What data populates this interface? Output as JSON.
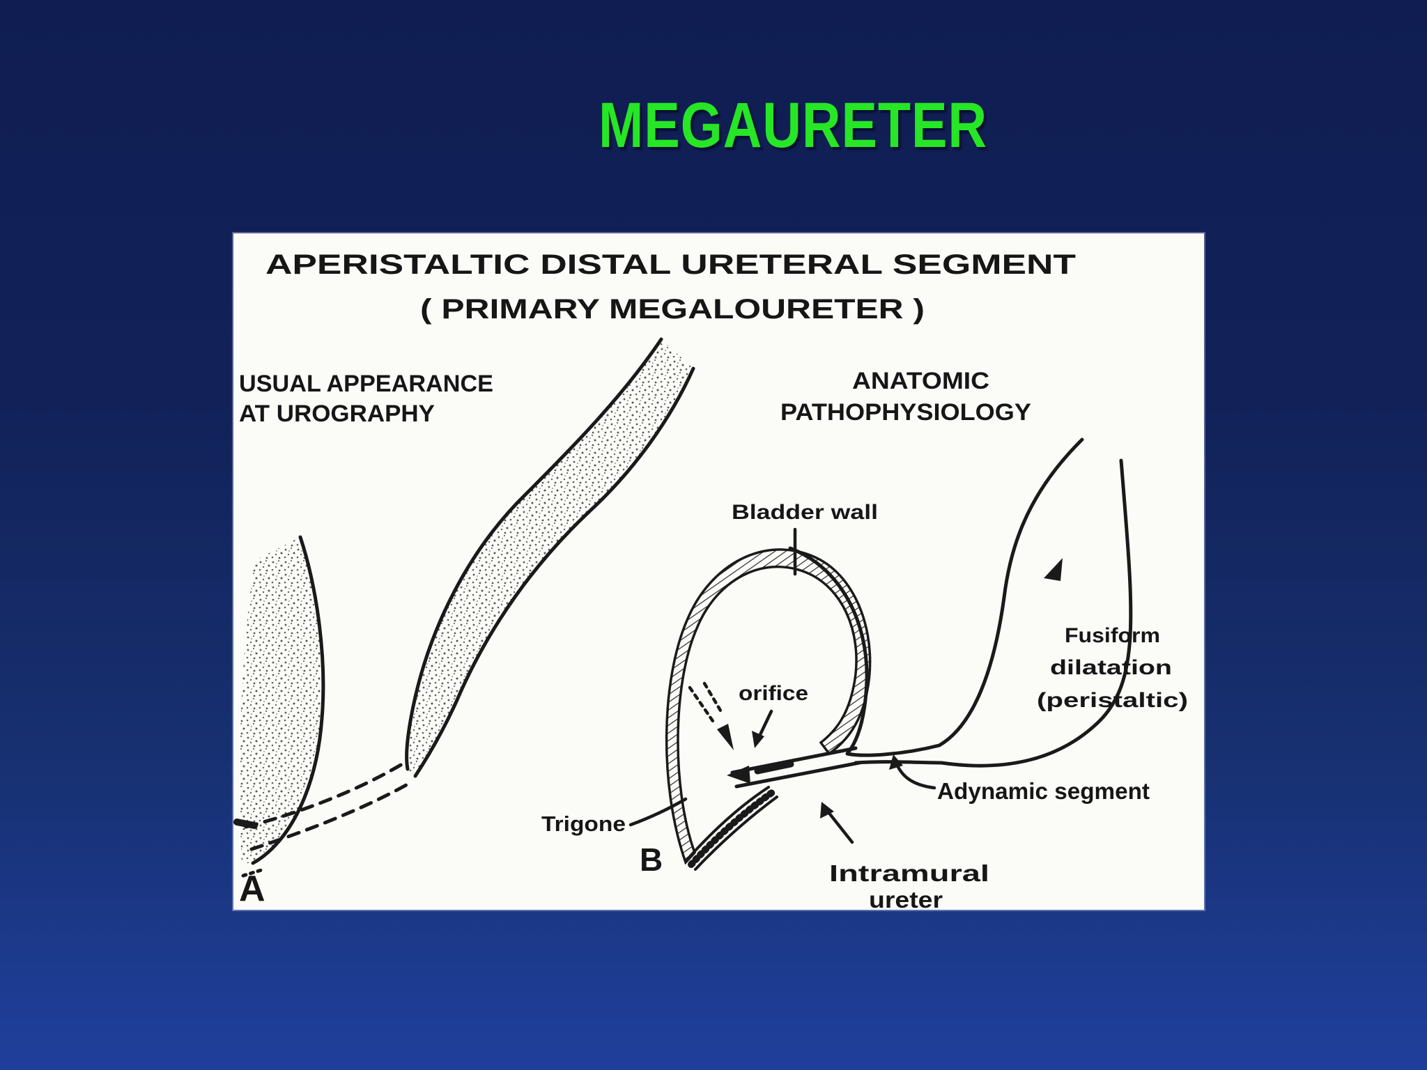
{
  "slide": {
    "title": "MEGAURETER",
    "colors": {
      "title": "#26e626",
      "background_top": "#0f1d52",
      "background_bottom": "#1f3f9c",
      "panel_background": "#fbfbf8",
      "ink": "#1a1a1a"
    }
  },
  "figure": {
    "heading": {
      "line1": "APERISTALTIC DISTAL URETERAL SEGMENT",
      "line2": "( PRIMARY MEGALOURETER )"
    },
    "left": {
      "caption1": "USUAL APPEARANCE",
      "caption2": "AT UROGRAPHY",
      "letter": "A"
    },
    "right": {
      "caption1": "ANATOMIC",
      "caption2": "PATHOPHYSIOLOGY",
      "letter": "B",
      "labels": {
        "bladder_wall": "Bladder wall",
        "orifice": "orifice",
        "trigone": "Trigone",
        "intramural1": "Intramural",
        "intramural2": "ureter",
        "adynamic": "Adynamic segment",
        "fusiform1": "Fusiform",
        "fusiform2": "dilatation",
        "fusiform3": "(peristaltic)"
      }
    }
  }
}
